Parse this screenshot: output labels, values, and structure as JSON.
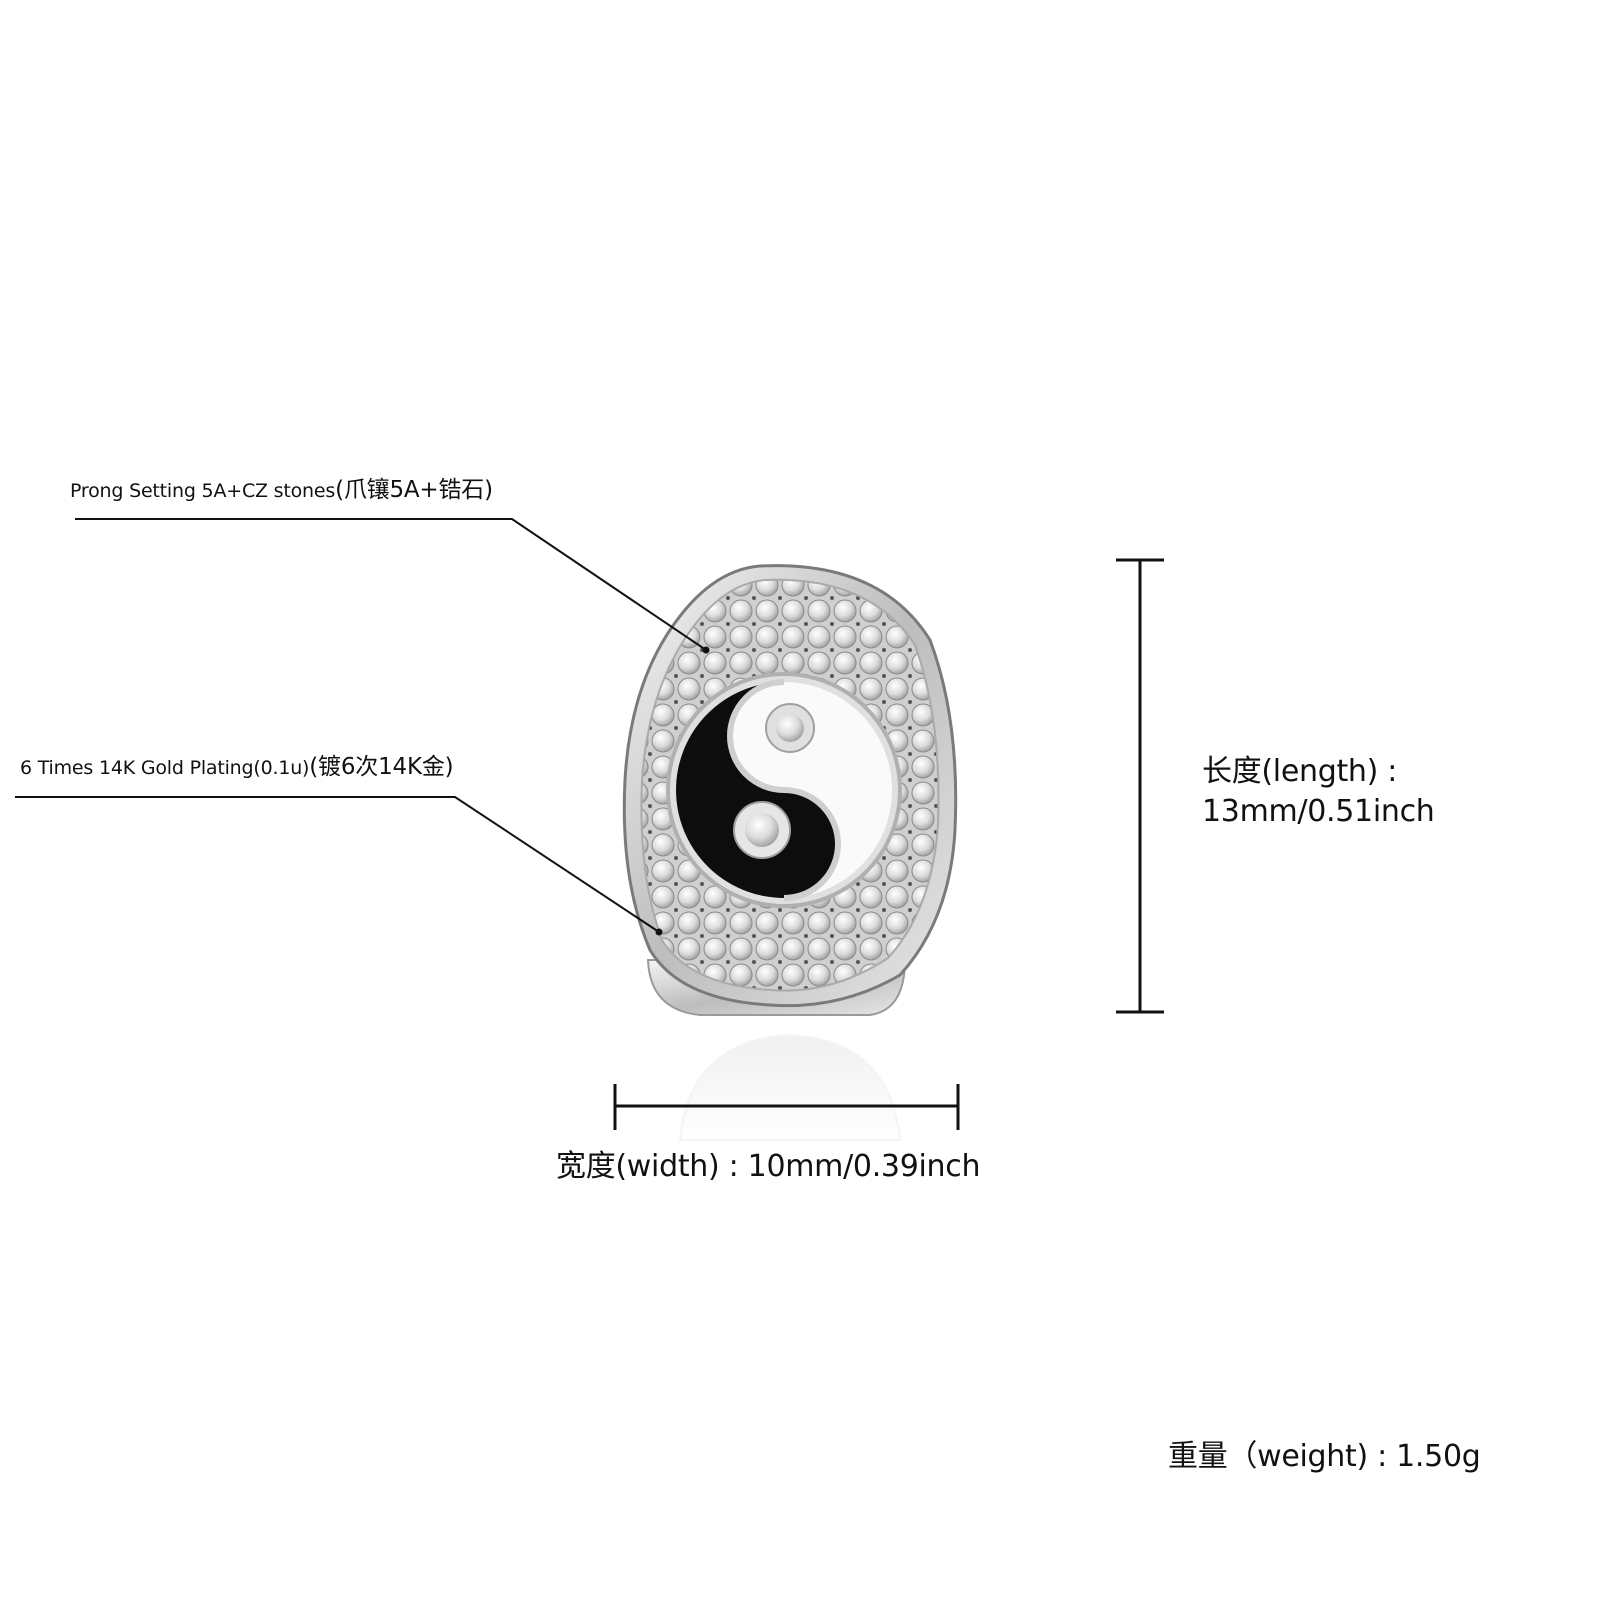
{
  "annotations": {
    "prong_setting": {
      "text_en": "Prong Setting 5A+CZ stones",
      "text_cn": "(爪镶5A+锆石)"
    },
    "gold_plating": {
      "text_en": "6 Times  14K  Gold  Plating(0.1u)",
      "text_cn": "(镀6次14K金)"
    }
  },
  "dimensions": {
    "length": {
      "label": "长度(length) :",
      "value": "13mm/0.51inch"
    },
    "width": {
      "label": "宽度(width) : 10mm/0.39inch"
    },
    "weight": {
      "label": "重量（weight) : 1.50g"
    }
  },
  "product": {
    "name": "yin-yang grillz tooth cap",
    "metal_color": "#d9d9d9",
    "enamel_black": "#0d0d0d",
    "enamel_white": "#fafafa"
  },
  "colors": {
    "background": "#ffffff",
    "line": "#111111",
    "text": "#111111"
  }
}
